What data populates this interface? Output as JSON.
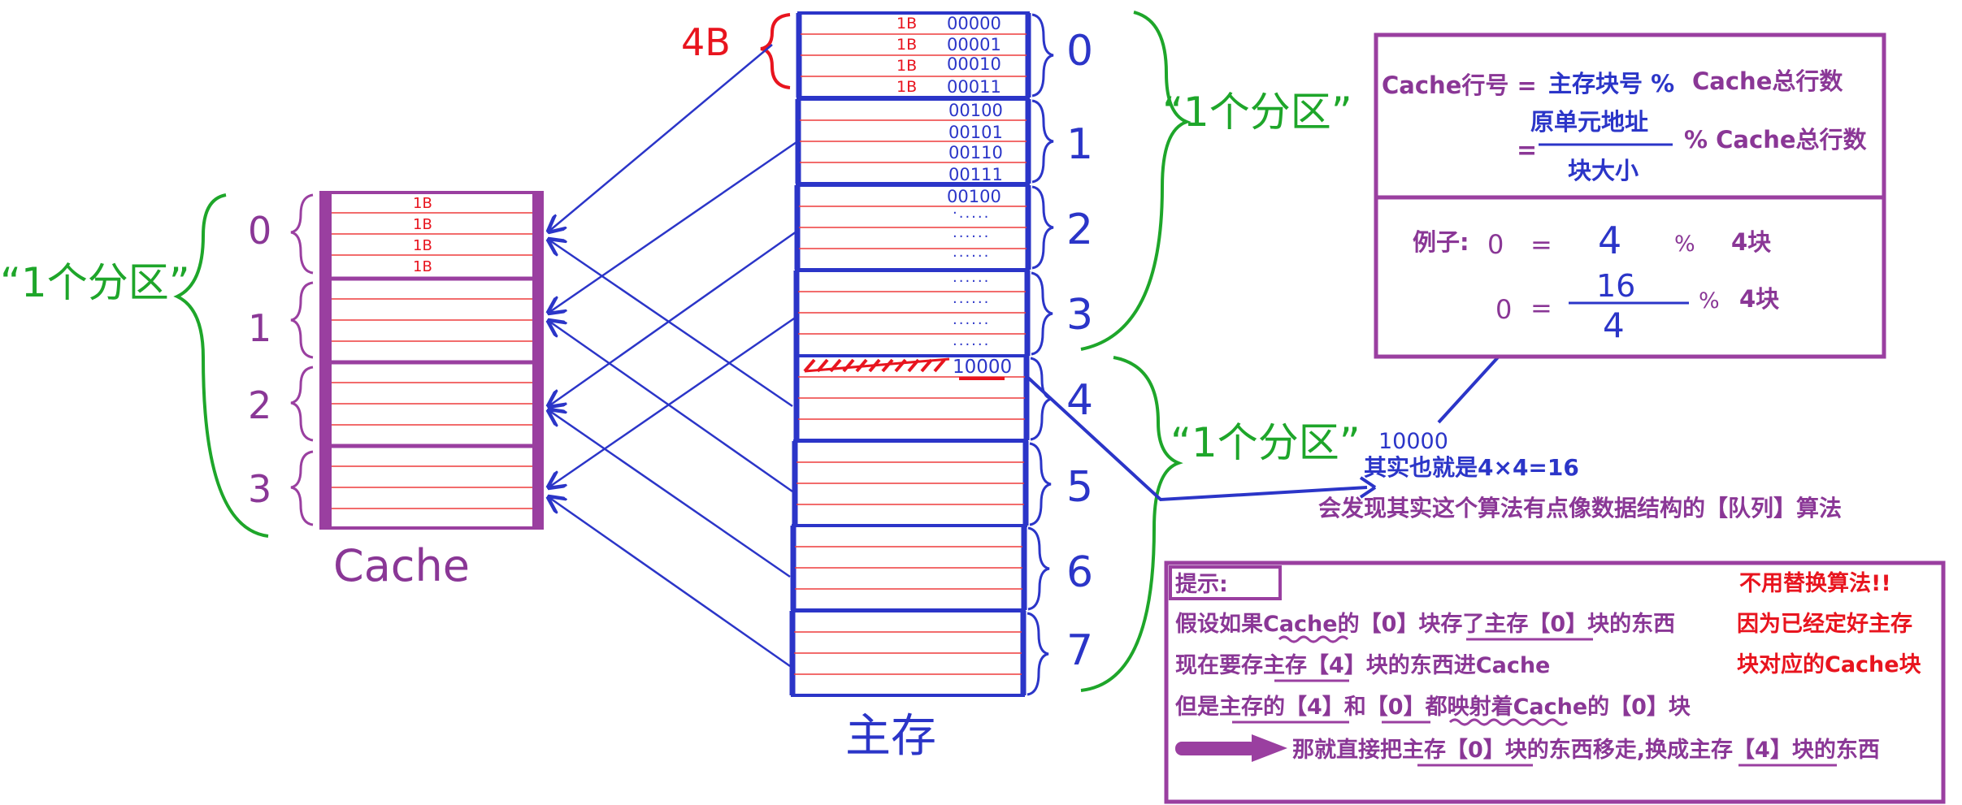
{
  "colors": {
    "blue": "#2b35c8",
    "red": "#e8141e",
    "green": "#1ea62a",
    "purple": "#9a3fa0",
    "navy": "#2b35c8",
    "label_purple": "#8a3796",
    "line_red": "#ee3b3b"
  },
  "labels": {
    "size_4b": "4B",
    "partition": "“1个分区”",
    "cache": "Cache",
    "main_memory": "主存"
  },
  "main_memory": {
    "block_numbers": [
      "0",
      "1",
      "2",
      "3",
      "4",
      "5",
      "6",
      "7"
    ],
    "block0_bytes": [
      "1B",
      "1B",
      "1B",
      "1B"
    ],
    "block0_addresses": [
      "00000",
      "00001",
      "00010",
      "00011"
    ],
    "block1_addresses": [
      "00100",
      "00101",
      "00110",
      "00111"
    ],
    "block2_first_address": "00100",
    "block4_address": "10000"
  },
  "cache": {
    "line_numbers": [
      "0",
      "1",
      "2",
      "3"
    ],
    "line0_bytes": [
      "1B",
      "1B",
      "1B",
      "1B"
    ]
  },
  "formula": {
    "line1_lhs": "Cache行号 =",
    "line1_mid": "主存块号 %",
    "line1_rhs": "Cache总行数",
    "eq": "=",
    "numerator": "原单元地址",
    "denominator": "块大小",
    "line2_rhs": "% Cache总行数",
    "example_label": "例子:",
    "ex1_result": "0",
    "ex1_eq": "=",
    "ex1_value": "4",
    "ex1_mod": "%",
    "ex1_blocks": "4块",
    "ex2_result": "0",
    "ex2_eq": "=",
    "ex2_num": "16",
    "ex2_den": "4",
    "ex2_mod": "%",
    "ex2_blocks": "4块"
  },
  "note": {
    "address": "10000",
    "line1": "其实也就是4×4=16",
    "line2": "会发现其实这个算法有点像数据结构的【队列】算法"
  },
  "hint": {
    "title": "提示:",
    "line1": "假设如果Cache的【0】块存了主存【0】块的东西",
    "line2": "现在要存主存【4】块的东西进Cache",
    "line3": "但是主存的【4】和【0】都映射着Cache的【0】块",
    "line4": "那就直接把主存【0】块的东西移走,换成主存【4】块的东西",
    "red1": "不用替换算法!!",
    "red2": "因为已经定好主存",
    "red3": "块对应的Cache块"
  }
}
